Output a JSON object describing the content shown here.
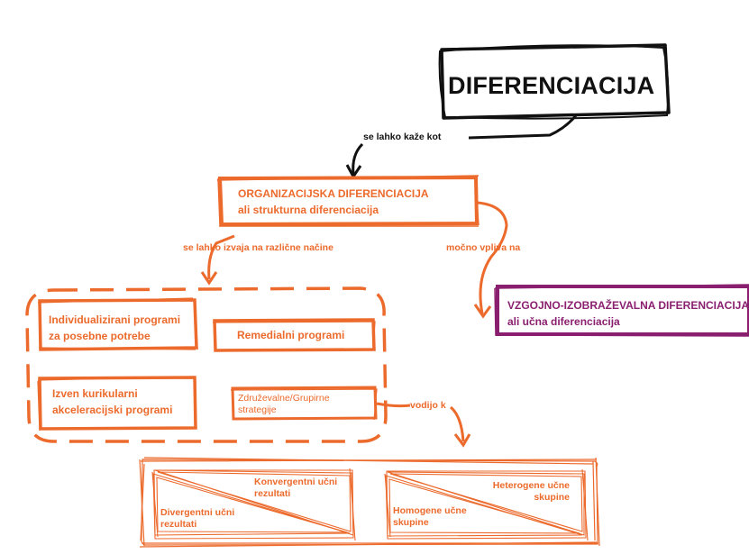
{
  "colors": {
    "black": "#111111",
    "orange": "#ec6a2c",
    "purple": "#8a1f6f"
  },
  "root": {
    "title": "DIFERENCIACIJA"
  },
  "edges": {
    "root_to_org": "se lahko kaže kot",
    "org_to_group": "se lahko izvaja na različne načine",
    "org_to_vzg": "močno vpliva na",
    "zdr_to_results": "vodijo k"
  },
  "org": {
    "line1": "ORGANIZACIJSKA DIFERENCIACIJA",
    "line2": "ali strukturna diferenciacija"
  },
  "vzg": {
    "line1": "VZGOJNO-IZOBRAŽEVALNA DIFERENCIACIJA",
    "line2": "ali učna diferenciacija"
  },
  "group_items": {
    "individualizirani_line1": "Individualizirani programi",
    "individualizirani_line2": "za posebne potrebe",
    "remedialni": "Remedialni programi",
    "izven_line1": "Izven kurikularni",
    "izven_line2": "akceleracijski programi",
    "zdruzevalne_line1": "Združevalne/Grupirne",
    "zdruzevalne_line2": "strategije"
  },
  "results": {
    "konvergentni_line1": "Konvergentni učni",
    "konvergentni_line2": "rezultati",
    "divergentni_line1": "Divergentni učni",
    "divergentni_line2": "rezultati",
    "heterogene_line1": "Heterogene učne",
    "heterogene_line2": "skupine",
    "homogene_line1": "Homogene učne",
    "homogene_line2": "skupine"
  }
}
